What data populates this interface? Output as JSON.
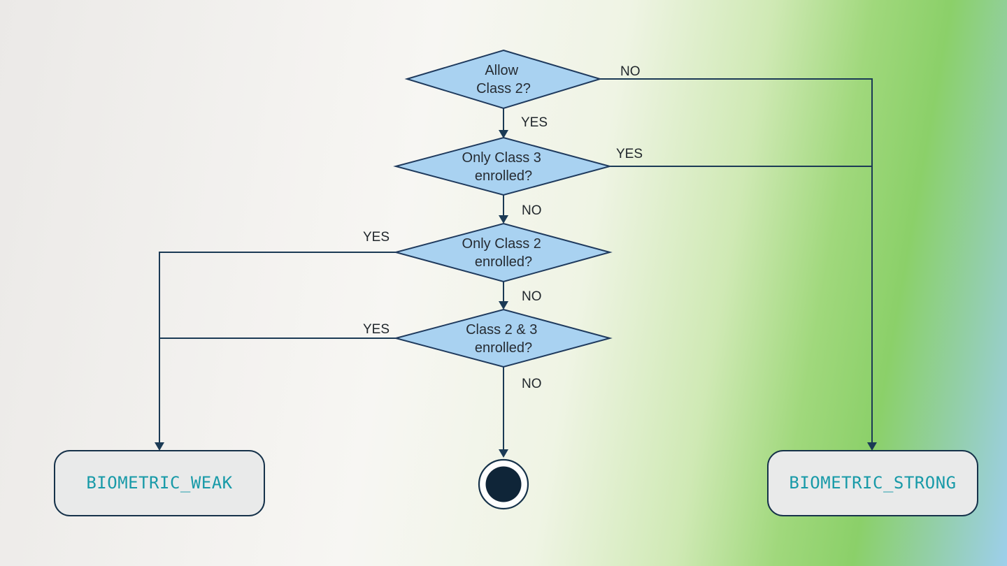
{
  "colors": {
    "background_left": "#ebe9e7",
    "background_green": "#8bd069",
    "background_right": "#9dcfeb",
    "diamond_fill": "#a9d2f1",
    "diamond_border": "#1f3a5d",
    "connector": "#1b3a55",
    "terminal_fill": "#e9eaea",
    "terminal_border": "#16324a",
    "terminal_text": "#189aa8",
    "end_node": "#0f2538"
  },
  "flowchart": {
    "decisions": [
      {
        "name": "allow-class-2",
        "line1": "Allow",
        "line2": "Class 2?"
      },
      {
        "name": "only-class-3-enrolled",
        "line1": "Only Class 3",
        "line2": "enrolled?"
      },
      {
        "name": "only-class-2-enrolled",
        "line1": "Only Class 2",
        "line2": "enrolled?"
      },
      {
        "name": "class-2-and-3-enrolled",
        "line1": "Class 2 & 3",
        "line2": "enrolled?"
      }
    ],
    "edges": [
      {
        "from": "allow-class-2",
        "direction": "right",
        "label": "NO"
      },
      {
        "from": "allow-class-2",
        "direction": "down",
        "label": "YES"
      },
      {
        "from": "only-class-3-enrolled",
        "direction": "right",
        "label": "YES"
      },
      {
        "from": "only-class-3-enrolled",
        "direction": "down",
        "label": "NO"
      },
      {
        "from": "only-class-2-enrolled",
        "direction": "left",
        "label": "YES"
      },
      {
        "from": "only-class-2-enrolled",
        "direction": "down",
        "label": "NO"
      },
      {
        "from": "class-2-and-3-enrolled",
        "direction": "left",
        "label": "YES"
      },
      {
        "from": "class-2-and-3-enrolled",
        "direction": "down",
        "label": "NO"
      }
    ],
    "terminals": [
      {
        "name": "biometric-weak",
        "label": "BIOMETRIC_WEAK"
      },
      {
        "name": "biometric-strong",
        "label": "BIOMETRIC_STRONG"
      }
    ]
  }
}
